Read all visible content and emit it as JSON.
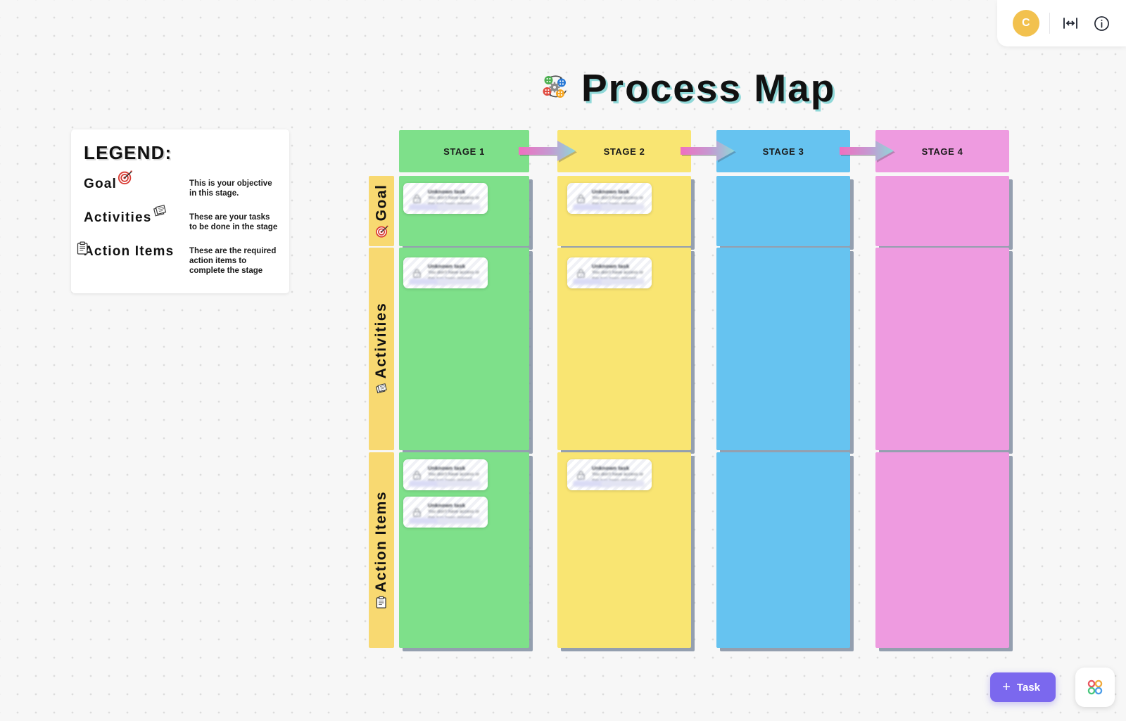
{
  "topbar": {
    "avatar_initial": "C",
    "fit_icon": "fit-to-screen-icon",
    "info_icon": "info-icon"
  },
  "title": {
    "text": "Process Map",
    "icon": "process-gears-icon",
    "shadow_color": "#8fd8d8"
  },
  "legend": {
    "heading": "LEGEND:",
    "rows": [
      {
        "term": "Goal",
        "icon": "target-icon",
        "desc": "This is your objective in this stage."
      },
      {
        "term": "Activities",
        "icon": "sticky-notes-icon",
        "desc": "These are your tasks to be done in the stage"
      },
      {
        "term": "Action Items",
        "icon": "clipboard-icon",
        "desc": "These are the required action items to complete the stage"
      }
    ]
  },
  "board": {
    "stages": [
      {
        "label": "STAGE 1",
        "color": "#7EE08A"
      },
      {
        "label": "STAGE 2",
        "color": "#F9E572"
      },
      {
        "label": "STAGE 3",
        "color": "#66C3F0"
      },
      {
        "label": "STAGE 4",
        "color": "#EE9BE0"
      }
    ],
    "row_label_color": "#F8D971",
    "rows": [
      {
        "label": "Goal",
        "icon": "target-icon"
      },
      {
        "label": "Activities",
        "icon": "sticky-notes-icon"
      },
      {
        "label": "Action Items",
        "icon": "clipboard-icon"
      }
    ],
    "arrow_gradient": [
      "#F06FC0",
      "#8fd8d8"
    ],
    "card": {
      "title": "Unknown task",
      "desc": "You don't have access or this has been deleted",
      "icon": "lock-icon"
    },
    "cards": [
      {
        "row": 0,
        "stage": 0,
        "count": 1
      },
      {
        "row": 0,
        "stage": 1,
        "count": 1
      },
      {
        "row": 1,
        "stage": 0,
        "count": 1
      },
      {
        "row": 1,
        "stage": 1,
        "count": 1
      },
      {
        "row": 2,
        "stage": 0,
        "count": 2
      },
      {
        "row": 2,
        "stage": 1,
        "count": 1
      }
    ]
  },
  "footer": {
    "task_button": "Task",
    "plus": "+",
    "apps_icon": "app-grid-icon"
  }
}
